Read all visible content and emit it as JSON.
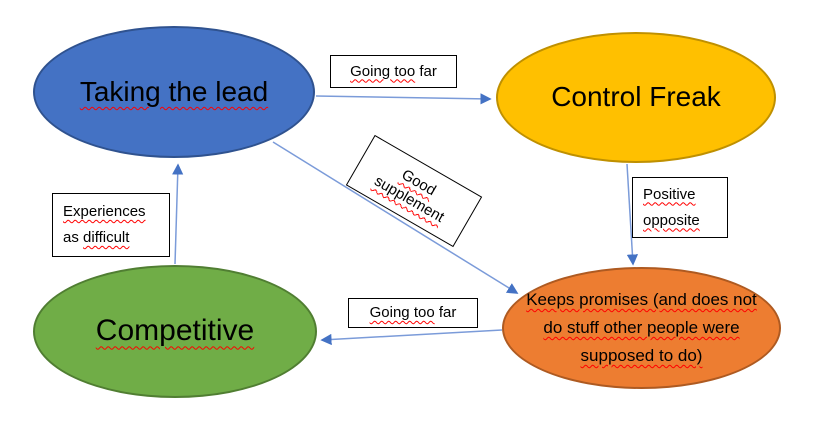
{
  "diagram": {
    "nodes": {
      "taking_the_lead": {
        "label": "Taking the lead",
        "fill": "#4472C4",
        "border": "#2F528F"
      },
      "control_freak": {
        "label": "Control Freak",
        "fill": "#FFC000",
        "border": "#BF9000"
      },
      "competitive": {
        "label": "Competitive",
        "fill": "#70AD47",
        "border": "#507E32"
      },
      "keeps_promises": {
        "label": "Keeps promises (and does not do stuff other people were supposed to do)",
        "lines": [
          "Keeps promises (and does not",
          "do stuff other people were",
          "supposed to do)"
        ],
        "fill": "#ED7D31",
        "border": "#AE5A21"
      }
    },
    "edge_labels": {
      "going_too_far_top": {
        "misspelled": "Going too",
        "rest": " far"
      },
      "good_supplement": {
        "lines": [
          "Good",
          "supplement"
        ]
      },
      "experiences_as_difficult": {
        "line1": "Experiences",
        "line2_plain": "as ",
        "line2_misspelled": "difficult"
      },
      "positive_opposite": {
        "lines": [
          "Positive",
          "opposite"
        ]
      },
      "going_too_far_bottom": {
        "misspelled": "Going too",
        "rest": " far"
      }
    },
    "edges": [
      {
        "from": "taking_the_lead",
        "to": "control_freak",
        "label": "Going too far"
      },
      {
        "from": "control_freak",
        "to": "keeps_promises",
        "label": "Positive opposite"
      },
      {
        "from": "taking_the_lead",
        "to": "keeps_promises",
        "label": "Good supplement"
      },
      {
        "from": "keeps_promises",
        "to": "competitive",
        "label": "Going too far"
      },
      {
        "from": "competitive",
        "to": "taking_the_lead",
        "label": "Experiences as difficult"
      }
    ],
    "colors": {
      "connector_line": "#7B9BD9",
      "arrowhead": "#4472C4",
      "spellcheck_underline": "#FF0000",
      "label_box_border": "#000000",
      "background": "#FFFFFF",
      "text": "#000000"
    }
  }
}
